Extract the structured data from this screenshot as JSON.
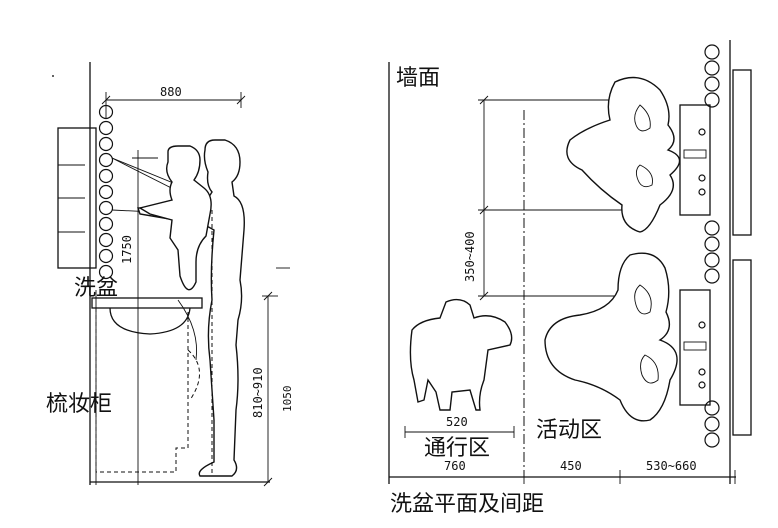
{
  "labels": {
    "washbasin": "洗盆",
    "vanity_cabinet": "梳妆柜",
    "wall": "墙面",
    "passage_zone": "通行区",
    "activity_zone": "活动区",
    "caption": "洗盆平面及间距"
  },
  "dimensions": {
    "reach_width": "880",
    "eye_height": "1750",
    "basin_height": "810~910",
    "counter_height": "1050",
    "sink_spacing": "350~400",
    "passage_body_width": "520",
    "passage_width": "760",
    "activity_width": "450",
    "fixture_depth": "530~660"
  }
}
